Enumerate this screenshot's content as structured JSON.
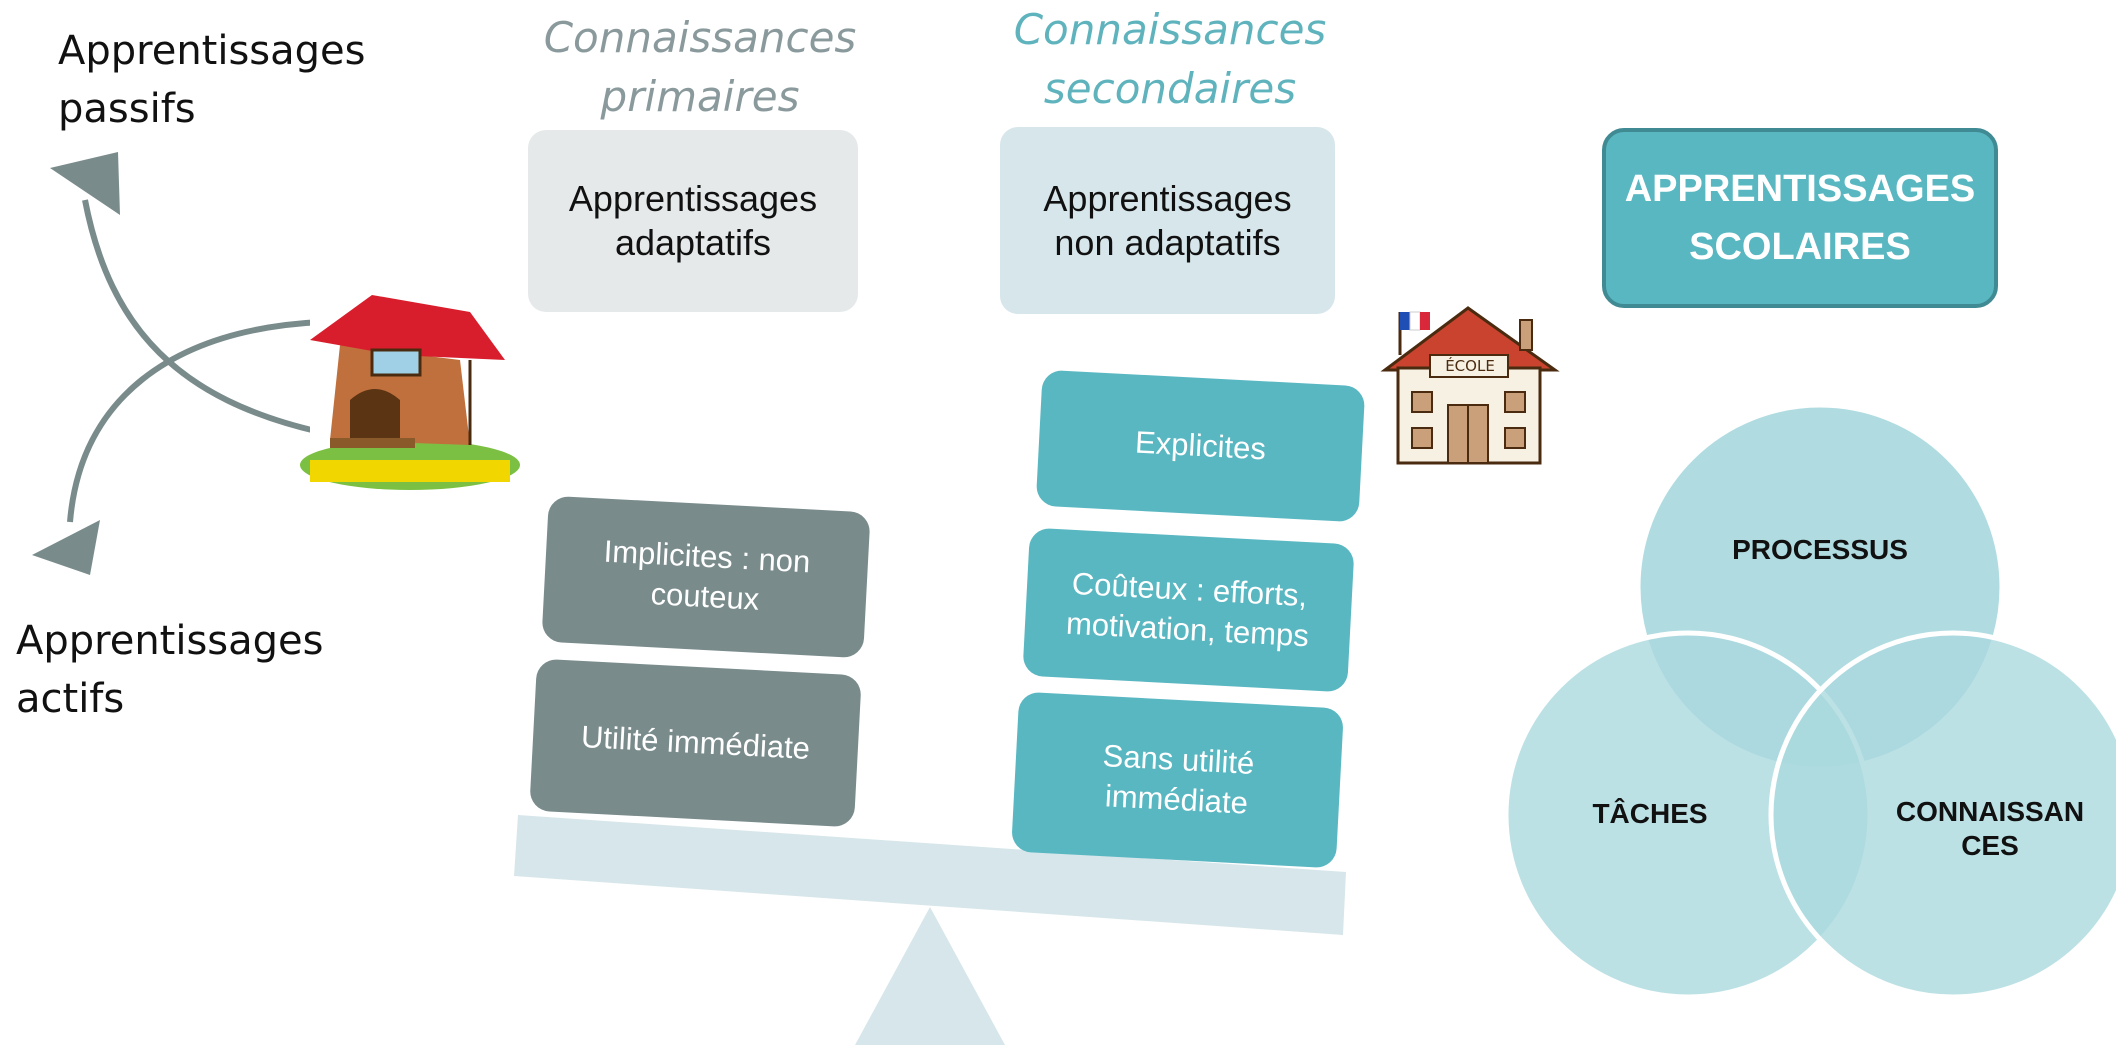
{
  "left": {
    "passive_label": [
      "Apprentissages",
      "passifs"
    ],
    "active_label": [
      "Apprentissages",
      "actifs"
    ]
  },
  "headings": {
    "primary": [
      "Connaissances",
      "primaires"
    ],
    "secondary": [
      "Connaissances",
      "secondaires"
    ]
  },
  "cards": {
    "adaptive": [
      "Apprentissages",
      "adaptatifs"
    ],
    "non_adaptive": [
      "Apprentissages",
      "non adaptatifs"
    ]
  },
  "blocks": {
    "implicit": [
      "Implicites : non",
      "couteux"
    ],
    "immediate": "Utilité immédiate",
    "explicit": "Explicites",
    "costly": [
      "Coûteux : efforts,",
      "motivation, temps"
    ],
    "no_immediate": [
      "Sans utilité",
      "immédiate"
    ]
  },
  "school_sign": "ÉCOLE",
  "title": [
    "APPRENTISSAGES",
    "SCOLAIRES"
  ],
  "venn": {
    "processus": "PROCESSUS",
    "taches": "TÂCHES",
    "connaissances": [
      "CONNAISSAN",
      "CES"
    ]
  },
  "colors": {
    "teal": "#59b7c2",
    "gray": "#7a8b8c",
    "venn_fill": "#a9d9de"
  },
  "icons": [
    "curved-arrow-up-icon",
    "curved-arrow-down-icon",
    "house-icon",
    "school-icon",
    "french-flag-icon"
  ]
}
